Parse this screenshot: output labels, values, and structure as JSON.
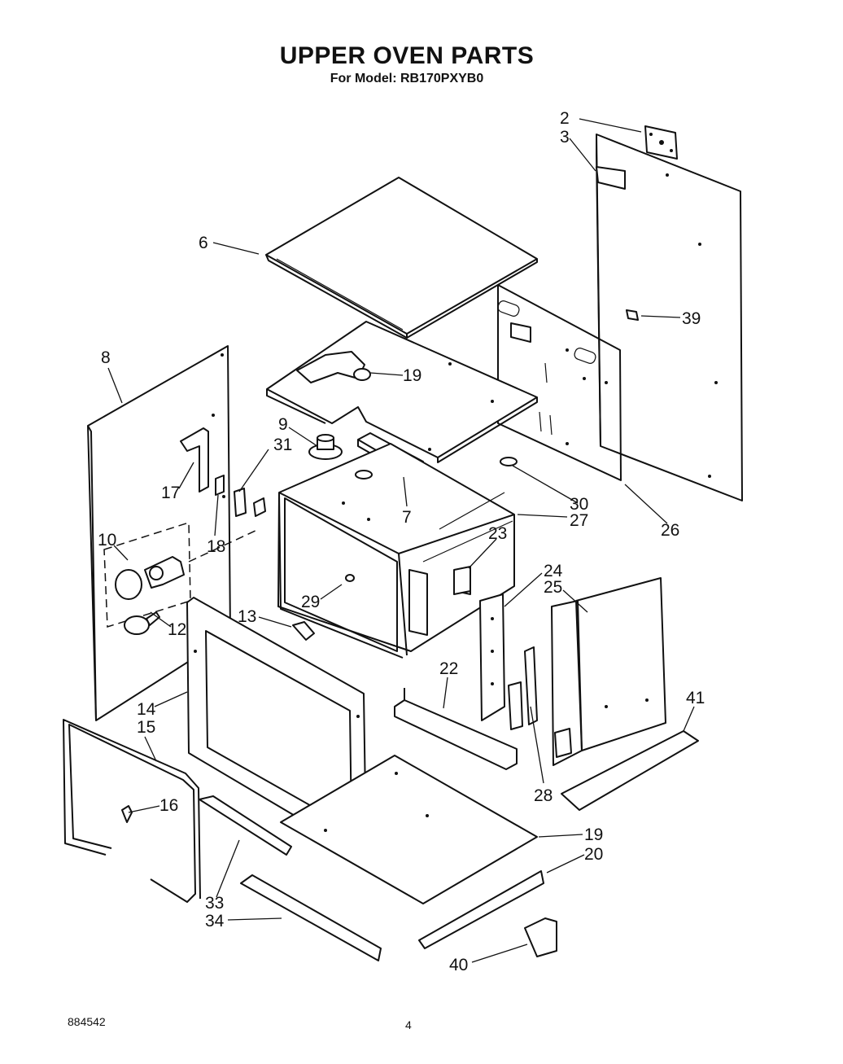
{
  "header": {
    "title": "UPPER OVEN PARTS",
    "subtitle": "For Model: RB170PXYB0"
  },
  "callouts": {
    "c2": "2",
    "c3": "3",
    "c6": "6",
    "c39": "39",
    "c8": "8",
    "c19a": "19",
    "c9": "9",
    "c31": "31",
    "c17": "17",
    "c7": "7",
    "c30": "30",
    "c27": "27",
    "c26": "26",
    "c10": "10",
    "c18": "18",
    "c23": "23",
    "c24": "24",
    "c25": "25",
    "c29": "29",
    "c13": "13",
    "c12": "12",
    "c22": "22",
    "c41": "41",
    "c14": "14",
    "c15": "15",
    "c16": "16",
    "c28": "28",
    "c19b": "19",
    "c20": "20",
    "c33": "33",
    "c34": "34",
    "c40": "40"
  },
  "footer": {
    "doc_number": "884542",
    "page_number": "4"
  }
}
